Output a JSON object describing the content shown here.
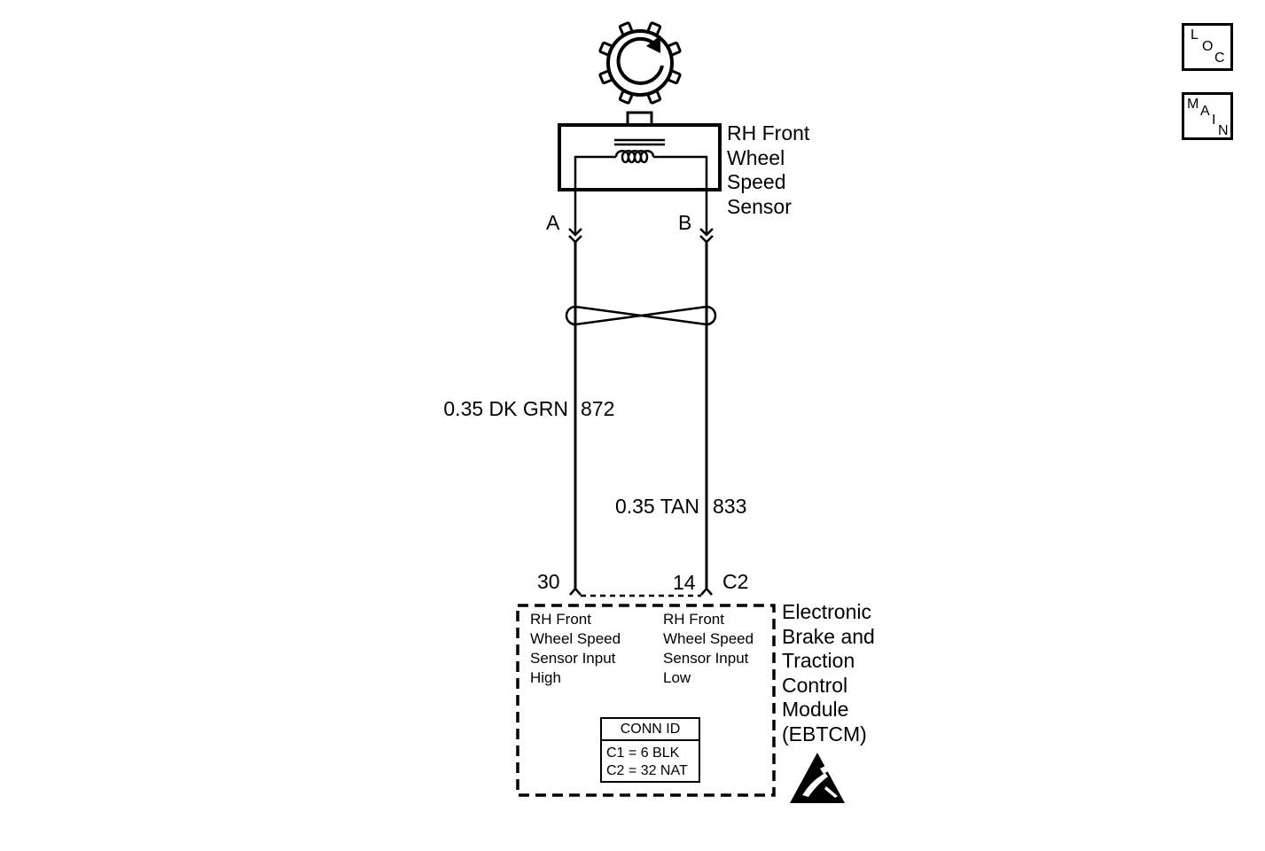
{
  "nav": {
    "loc": [
      "L",
      "O",
      "C"
    ],
    "main": [
      "M",
      "A",
      "I",
      "N"
    ]
  },
  "sensor": {
    "name_lines": [
      "RH Front",
      "Wheel",
      "Speed",
      "Sensor"
    ],
    "pin_a": "A",
    "pin_b": "B"
  },
  "wires": {
    "wire_1": "0.35 DK GRN",
    "circuit_1": "872",
    "wire_2": "0.35 TAN",
    "circuit_2": "833"
  },
  "module": {
    "pin_left": "30",
    "pin_right": "14",
    "connector": "C2",
    "name_lines": [
      "Electronic",
      "Brake and",
      "Traction",
      "Control",
      "Module",
      "(EBTCM)"
    ],
    "input_high_lines": [
      "RH Front",
      "Wheel Speed",
      "Sensor Input",
      "High"
    ],
    "input_low_lines": [
      "RH Front",
      "Wheel Speed",
      "Sensor Input",
      "Low"
    ]
  },
  "conn_id": {
    "title": "CONN ID",
    "rows": [
      "C1 = 6 BLK",
      "C2 = 32 NAT"
    ]
  },
  "icons": {
    "esd": "esd-warning-icon",
    "reluctor": "reluctor-wheel-icon",
    "coil": "sensor-coil-icon"
  }
}
